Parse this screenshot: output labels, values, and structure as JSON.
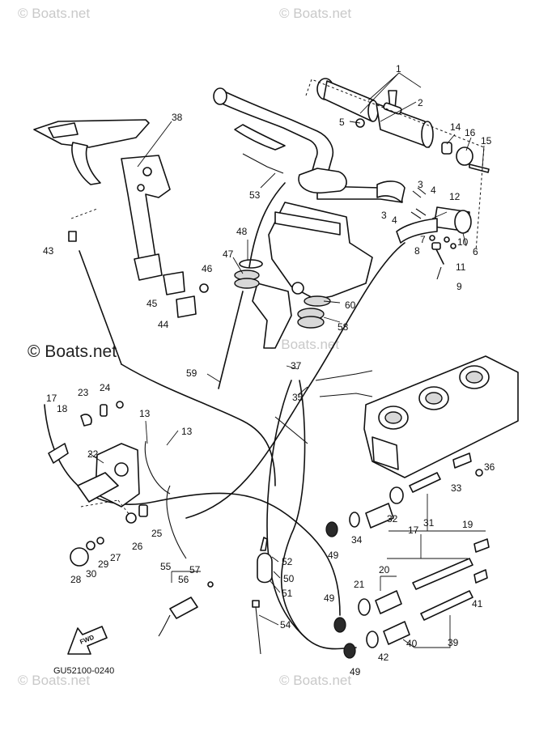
{
  "watermarks": {
    "top_left": "© Boats.net",
    "top_right": "© Boats.net",
    "middle_left": "© Boats.net",
    "middle_center": "© Boats.net",
    "bottom_left": "© Boats.net",
    "bottom_right": "© Boats.net"
  },
  "diagram_code": "GU52100-0240",
  "fwd_label": "FWD",
  "callouts": {
    "c1": "1",
    "c2": "2",
    "c3a": "3",
    "c3b": "3",
    "c4a": "4",
    "c4b": "4",
    "c5": "5",
    "c6": "6",
    "c7": "7",
    "c8": "8",
    "c9": "9",
    "c10": "10",
    "c11": "11",
    "c12": "12",
    "c13a": "13",
    "c13b": "13",
    "c14": "14",
    "c15": "15",
    "c16": "16",
    "c17a": "17",
    "c17b": "17",
    "c18": "18",
    "c19": "19",
    "c20": "20",
    "c21": "21",
    "c22": "22",
    "c23": "23",
    "c24": "24",
    "c25": "25",
    "c26": "26",
    "c27": "27",
    "c28": "28",
    "c29": "29",
    "c30": "30",
    "c31": "31",
    "c32": "32",
    "c33": "33",
    "c34": "34",
    "c35": "35",
    "c36": "36",
    "c37": "37",
    "c38": "38",
    "c39": "39",
    "c40": "40",
    "c41": "41",
    "c42": "42",
    "c43": "43",
    "c44": "44",
    "c45": "45",
    "c46": "46",
    "c47": "47",
    "c48": "48",
    "c49a": "49",
    "c49b": "49",
    "c49c": "49",
    "c50": "50",
    "c51": "51",
    "c52": "52",
    "c53": "53",
    "c54": "54",
    "c55": "55",
    "c56": "56",
    "c57": "57",
    "c58": "58",
    "c59": "59",
    "c60": "60"
  }
}
